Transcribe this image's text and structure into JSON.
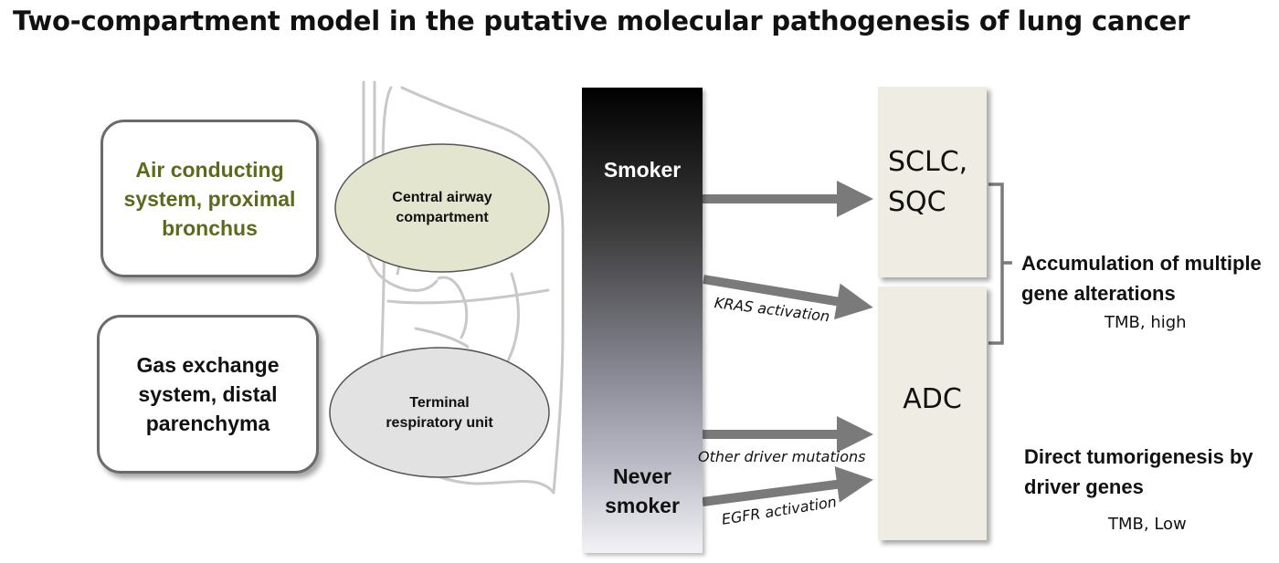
{
  "title": "Two-compartment model in the putative molecular pathogenesis of lung cancer",
  "left_boxes": [
    {
      "text": "Air conducting system, proximal bronchus",
      "color": "#5c6a1e"
    },
    {
      "text": "Gas exchange system, distal parenchyma",
      "color": "#111111"
    }
  ],
  "ovals": [
    {
      "text": "Central airway compartment",
      "fill": "#e3e5cf"
    },
    {
      "text": "Terminal respiratory unit",
      "fill": "#e2e2e2"
    }
  ],
  "smoking_bar": {
    "top_label": "Smoker",
    "bottom_label": "Never smoker"
  },
  "cancer_boxes": [
    {
      "text": "SCLC, SQC"
    },
    {
      "text": "ADC"
    }
  ],
  "arrows": [
    {
      "label": ""
    },
    {
      "label": "KRAS activation"
    },
    {
      "label": "Other driver mutations"
    },
    {
      "label": "EGFR activation"
    }
  ],
  "right_annotations": [
    {
      "heading": "Accumulation of multiple gene alterations",
      "tmb": "TMB, high"
    },
    {
      "heading": "Direct tumorigenesis by driver genes",
      "tmb": "TMB, Low"
    }
  ],
  "colors": {
    "arrow": "#7a7a7a",
    "lung_outline": "#c8c8c8",
    "cancer_box": "#efede3"
  }
}
